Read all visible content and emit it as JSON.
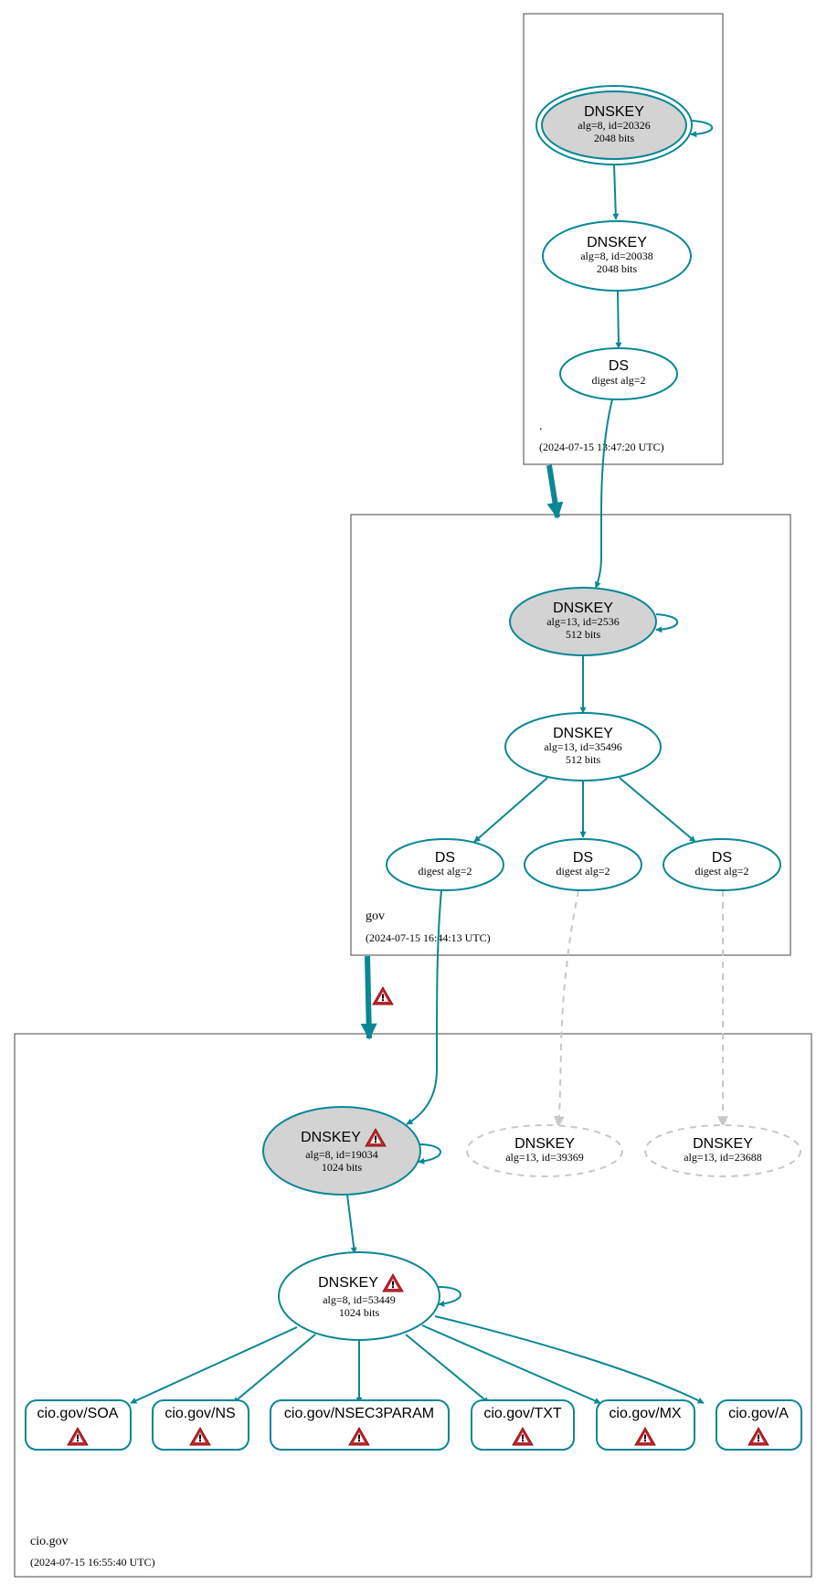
{
  "zones": {
    "root": {
      "label": ".",
      "timestamp": "(2024-07-15 13:47:20 UTC)"
    },
    "gov": {
      "label": "gov",
      "timestamp": "(2024-07-15 16:44:13 UTC)"
    },
    "cio": {
      "label": "cio.gov",
      "timestamp": "(2024-07-15 16:55:40 UTC)"
    }
  },
  "nodes": {
    "root_ksk": {
      "title": "DNSKEY",
      "line1": "alg=8, id=20326",
      "line2": "2048 bits"
    },
    "root_zsk": {
      "title": "DNSKEY",
      "line1": "alg=8, id=20038",
      "line2": "2048 bits"
    },
    "root_ds": {
      "title": "DS",
      "line1": "digest alg=2"
    },
    "gov_ksk": {
      "title": "DNSKEY",
      "line1": "alg=13, id=2536",
      "line2": "512 bits"
    },
    "gov_zsk": {
      "title": "DNSKEY",
      "line1": "alg=13, id=35496",
      "line2": "512 bits"
    },
    "gov_ds1": {
      "title": "DS",
      "line1": "digest alg=2"
    },
    "gov_ds2": {
      "title": "DS",
      "line1": "digest alg=2"
    },
    "gov_ds3": {
      "title": "DS",
      "line1": "digest alg=2"
    },
    "cio_ksk": {
      "title": "DNSKEY",
      "line1": "alg=8, id=19034",
      "line2": "1024 bits"
    },
    "cio_missing1": {
      "title": "DNSKEY",
      "line1": "alg=13, id=39369"
    },
    "cio_missing2": {
      "title": "DNSKEY",
      "line1": "alg=13, id=23688"
    },
    "cio_zsk": {
      "title": "DNSKEY",
      "line1": "alg=8, id=53449",
      "line2": "1024 bits"
    }
  },
  "rrsets": [
    {
      "label": "cio.gov/SOA"
    },
    {
      "label": "cio.gov/NS"
    },
    {
      "label": "cio.gov/NSEC3PARAM"
    },
    {
      "label": "cio.gov/TXT"
    },
    {
      "label": "cio.gov/MX"
    },
    {
      "label": "cio.gov/A"
    }
  ],
  "colors": {
    "edge": "#0a8795",
    "ksk_fill": "#d3d3d3",
    "missing": "#c8c8c8",
    "warning": "#c0262e"
  },
  "icons": {
    "warning": "warning-icon"
  }
}
